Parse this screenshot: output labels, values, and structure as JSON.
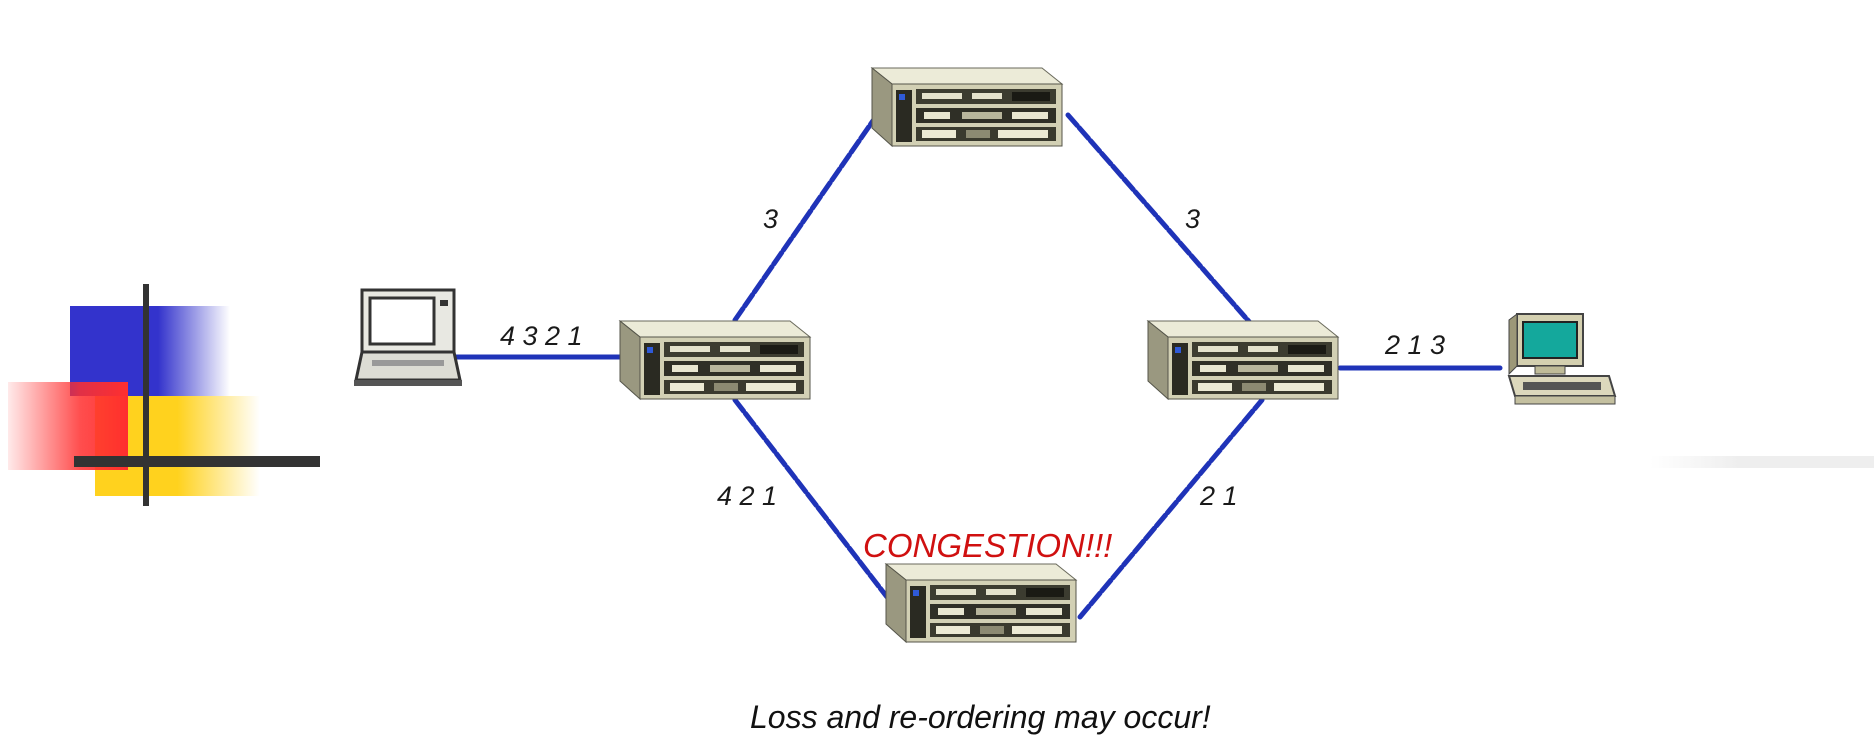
{
  "colors": {
    "link": "#1f33b8",
    "router_body": "#d2d0b4",
    "router_dark": "#2a2a22",
    "congestion": "#d01010",
    "screen": "#14a89c",
    "deco_blue": "#3333cc",
    "deco_red": "#ff2f2f",
    "deco_yellow": "#ffd21e",
    "deco_bar": "#333333"
  },
  "labels": {
    "source_to_r1": "4 3 2 1",
    "r1_to_top": "3",
    "top_to_r2": "3",
    "r1_to_bottom": "4 2 1",
    "bottom_to_r2": "2 1",
    "r2_to_dest": "2 1 3",
    "congestion": "CONGESTION!!!",
    "caption": "Loss and re-ordering may occur!"
  },
  "icons": {
    "source": "laptop-icon",
    "destination": "desktop-computer-icon",
    "router": "router-icon",
    "decoration": "slide-decoration-icon"
  }
}
